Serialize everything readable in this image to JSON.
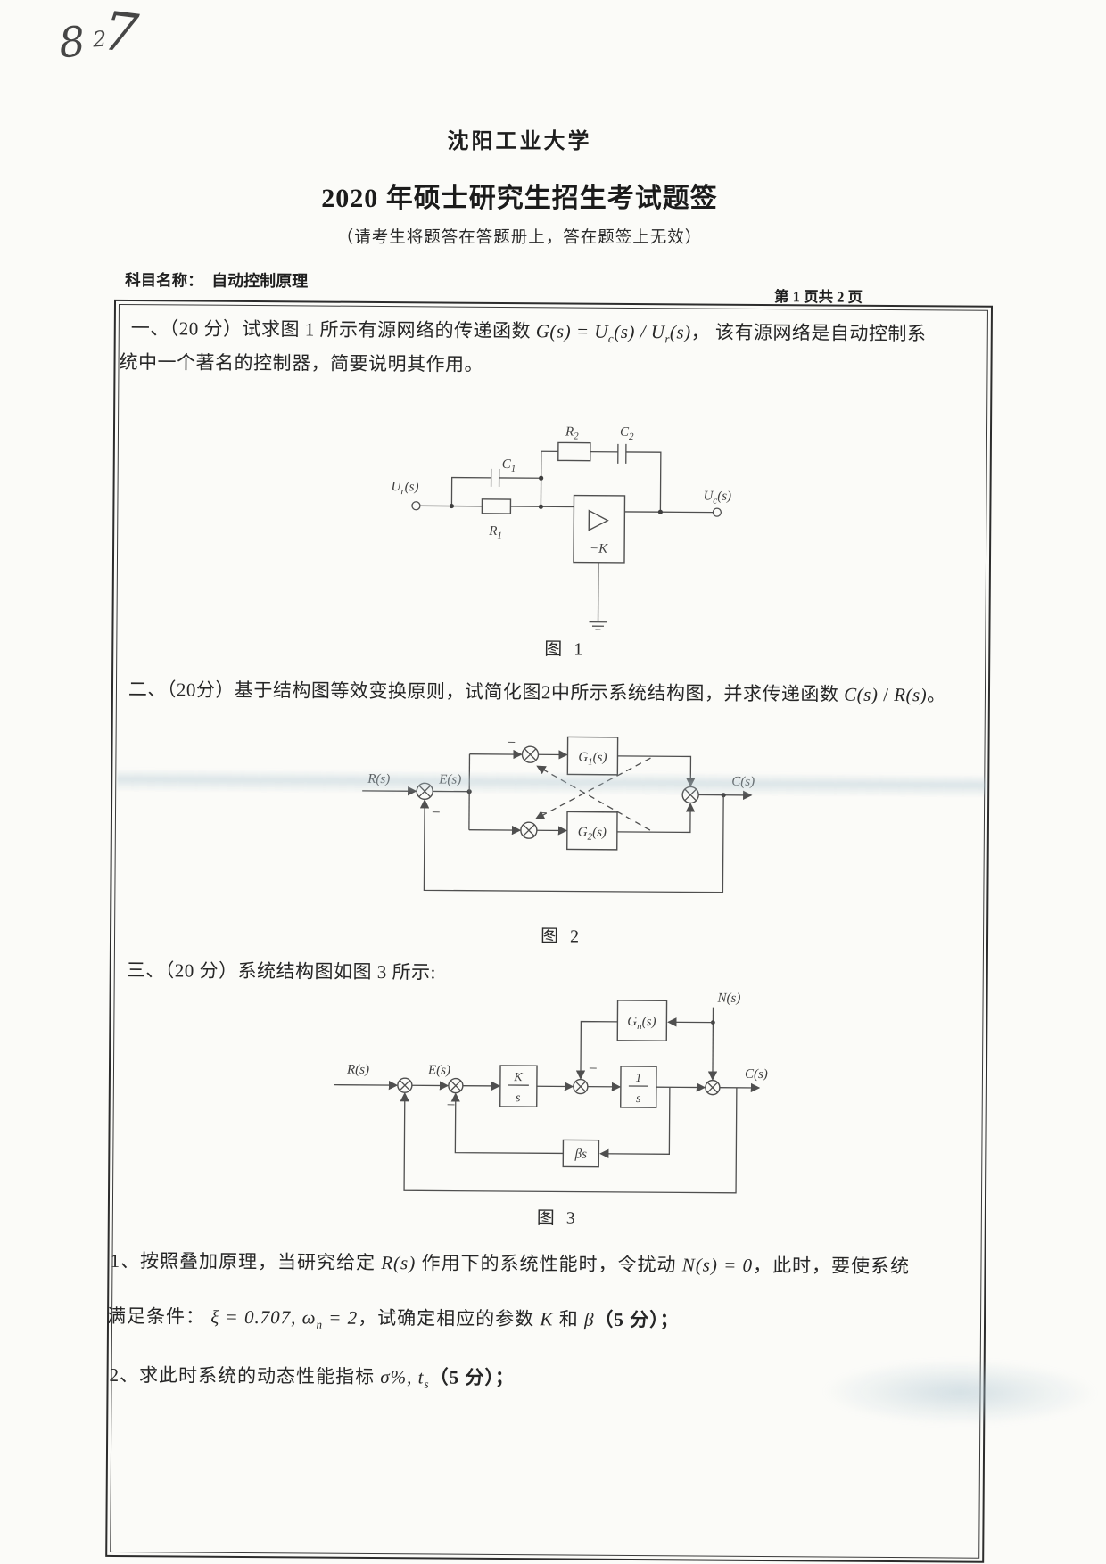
{
  "page": {
    "handwriting": {
      "d1": "8",
      "d2": "2",
      "d3": "7"
    }
  },
  "header": {
    "university": "沈阳工业大学",
    "title": "2020 年硕士研究生招生考试题签",
    "note": "（请考生将题答在答题册上，答在题签上无效）"
  },
  "meta": {
    "subject_label": "科目名称：",
    "subject": "自动控制原理",
    "page_info": "第 1 页共 2 页"
  },
  "q1": {
    "lead": "一、（20 分）试求图 1 所示有源网络的传递函数 ",
    "f_g": "G(s) = U",
    "f_sub_c": "c",
    "f_mid": "(s) / U",
    "f_sub_r": "r",
    "f_end": "(s)",
    "after": "， 该有源网络是自动控制系",
    "line2": "统中一个著名的控制器，简要说明其作用。"
  },
  "fig1": {
    "caption": "图 1",
    "labels": {
      "ur_base": "U",
      "ur_sub": "r",
      "ur_paren": "(s)",
      "uc_base": "U",
      "uc_sub": "c",
      "uc_paren": "(s)",
      "r1_base": "R",
      "r1_sub": "1",
      "c1_base": "C",
      "c1_sub": "1",
      "r2_base": "R",
      "r2_sub": "2",
      "c2_base": "C",
      "c2_sub": "2",
      "amp_gain": "−K"
    }
  },
  "q2": {
    "lead": "二、（20分）基于结构图等效变换原则，试简化图2中所示系统结构图，并求传递函数 ",
    "f_c": "C(s)",
    "slash": " / ",
    "f_r": "R(s)",
    "end": "。"
  },
  "fig2": {
    "caption": "图 2",
    "labels": {
      "r": "R(s)",
      "e": "E(s)",
      "c": "C(s)",
      "g1_base": "G",
      "g1_sub": "1",
      "g1_paren": "(s)",
      "g2_base": "G",
      "g2_sub": "2",
      "g2_paren": "(s)",
      "minus_top": "−",
      "minus_mid": "−",
      "minus_fb": "−"
    }
  },
  "q3": {
    "heading": "三、（20 分）系统结构图如图 3 所示:"
  },
  "fig3": {
    "caption": "图 3",
    "labels": {
      "r": "R(s)",
      "e": "E(s)",
      "n": "N(s)",
      "c": "C(s)",
      "gn_base": "G",
      "gn_sub": "n",
      "gn_paren": "(s)",
      "k_num": "K",
      "k_den": "s",
      "int_num": "1",
      "int_den": "s",
      "beta_block": "βs",
      "minus_e": "−",
      "minus_n": "−"
    }
  },
  "sub_q1": {
    "lead": "1、按照叠加原理，当研究给定 ",
    "rs": "R(s)",
    "mid": " 作用下的系统性能时，令扰动 ",
    "ns": "N(s)",
    "eq_zero": " = 0",
    "after": "，此时，要使系统",
    "line2_lead": "满足条件： ",
    "xi": "ξ",
    "xi_eq": " = 0.707, ",
    "omega_base": "ω",
    "omega_sub": "n",
    "omega_eq": " = 2",
    "line2_mid": "，试确定相应的参数 ",
    "k": "K",
    "and": " 和 ",
    "beta": "β",
    "score": "（5 分）；"
  },
  "sub_q2": {
    "lead": "2、求此时系统的动态性能指标 ",
    "sigma": "σ%,",
    "t_base": " t",
    "t_sub": "s",
    "score": "（5 分）；"
  }
}
